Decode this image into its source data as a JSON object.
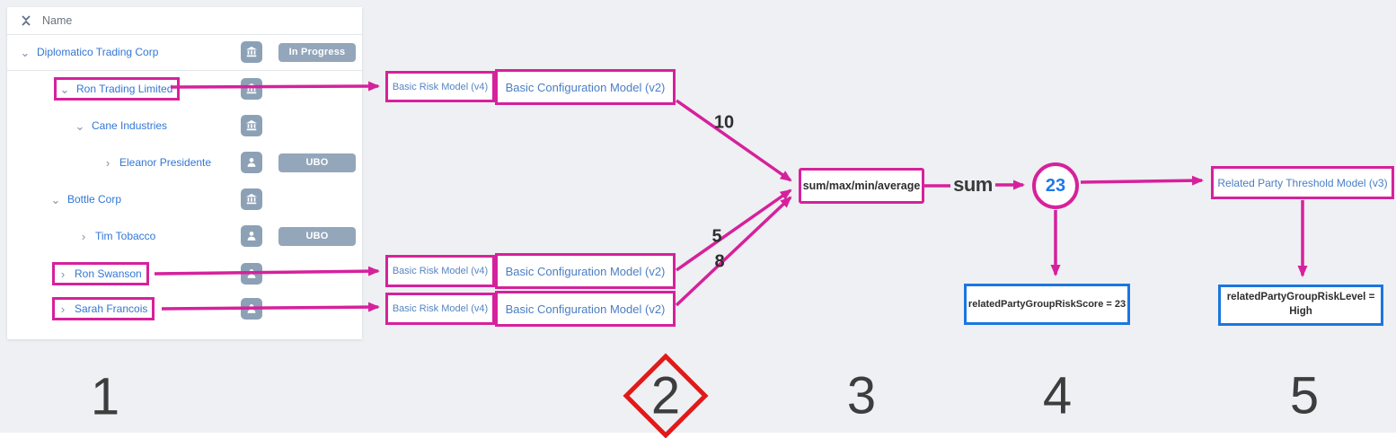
{
  "panel": {
    "header": {
      "name_label": "Name"
    },
    "rows": [
      {
        "name": "Diplomatico Trading Corp",
        "chevron": "⌄",
        "icon": "building",
        "badge": "In Progress"
      },
      {
        "name": "Ron Trading Limited",
        "chevron": "⌄",
        "icon": "building"
      },
      {
        "name": "Cane Industries",
        "chevron": "⌄",
        "icon": "building"
      },
      {
        "name": "Eleanor Presidente",
        "chevron": "›",
        "icon": "person",
        "badge": "UBO"
      },
      {
        "name": "Bottle Corp",
        "chevron": "⌄",
        "icon": "building"
      },
      {
        "name": "Tim Tobacco",
        "chevron": "›",
        "icon": "person",
        "badge": "UBO"
      },
      {
        "name": "Ron Swanson",
        "chevron": "›",
        "icon": "person"
      },
      {
        "name": "Sarah Francois",
        "chevron": "›",
        "icon": "person"
      }
    ]
  },
  "flow": {
    "risk_model_label": "Basic Risk Model (v4)",
    "config_model_label": "Basic Configuration Model (v2)",
    "aggregate_label": "sum/max/min/average",
    "selected_aggregate": "sum",
    "group_score": "23",
    "threshold_model_label": "Related Party Threshold Model (v3)",
    "score_output": "relatedPartyGroupRiskScore = 23",
    "level_output": "relatedPartyGroupRiskLevel = High",
    "edge_values": {
      "ron_trading_limited": "10",
      "ron_swanson": "5",
      "sarah_francois": "8"
    }
  },
  "steps": {
    "labels": [
      "1",
      "2",
      "3",
      "4",
      "5"
    ]
  },
  "colors": {
    "accent_magenta": "#d6219c",
    "accent_blue": "#1b76e0",
    "alert_red": "#e01a1a",
    "badge_gray": "#93a6ba",
    "link_blue": "#3277d5"
  }
}
